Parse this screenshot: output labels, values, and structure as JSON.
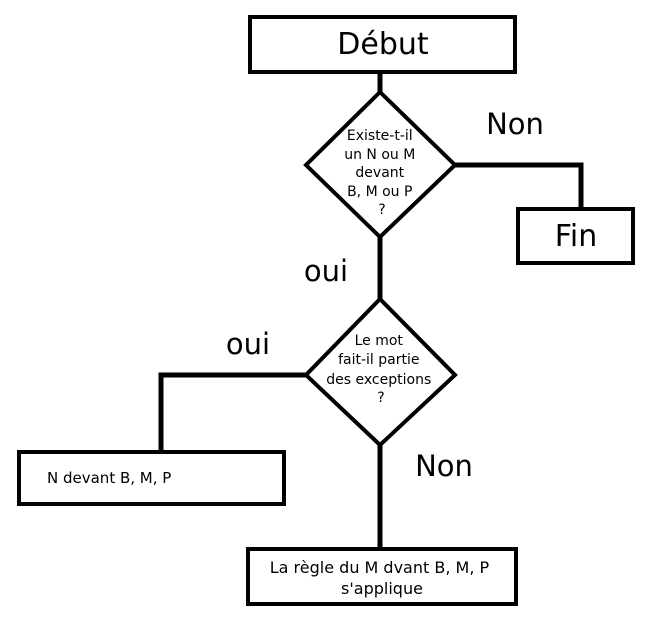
{
  "nodes": {
    "start": "Début",
    "decision1": [
      "Existe-t-il",
      "un N ou M",
      "devant",
      "B, M ou P",
      "?"
    ],
    "end": "Fin",
    "decision2": [
      "Le mot",
      "fait-il partie",
      "des exceptions",
      "?"
    ],
    "result_n": "N devant B, M, P",
    "result_m": [
      "La règle du M dvant B, M, P",
      "s'applique"
    ]
  },
  "edges": {
    "d1_no": "Non",
    "d1_yes": "oui",
    "d2_yes": "oui",
    "d2_no": "Non"
  }
}
